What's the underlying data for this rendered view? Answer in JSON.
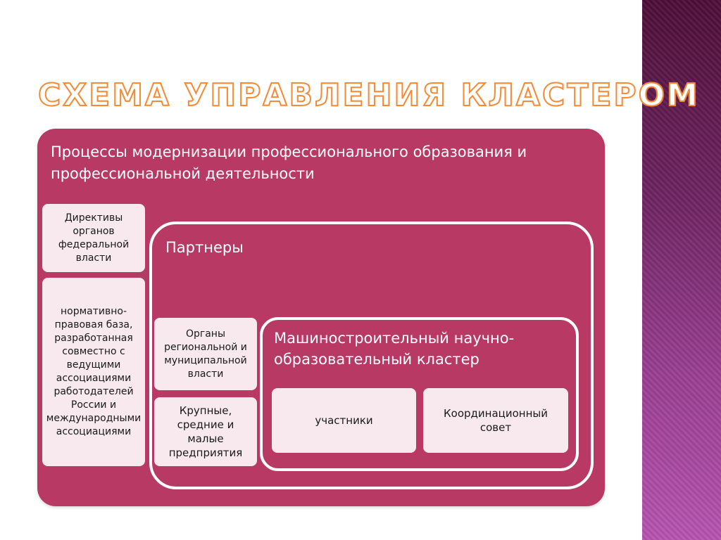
{
  "slide": {
    "title": "СХЕМА УПРАВЛЕНИЯ КЛАСТЕРОМ"
  },
  "diagram": {
    "outer_title": "Процессы модернизации профессионального образования и профессиональной деятельности",
    "directives": "Директивы органов федеральной власти",
    "normative_base": "нормативно-правовая база, разработанная совместно с ведущими ассоциациями работодателей России и международными ассоциациями",
    "partners_title": "Партнеры",
    "regional_authorities": "Органы региональной и муниципальной власти",
    "enterprises": "Крупные, средние и малые предприятия",
    "cluster_title": "Машиностроительный научно-образовательный кластер",
    "participants": "участники",
    "council": "Координационный совет"
  },
  "colors": {
    "outer_box": "#b83a64",
    "light_box": "#f7e9ee",
    "title_outline": "#f28c3a",
    "side_strip_top": "#4e0f38",
    "side_strip_bottom": "#b653b0"
  }
}
